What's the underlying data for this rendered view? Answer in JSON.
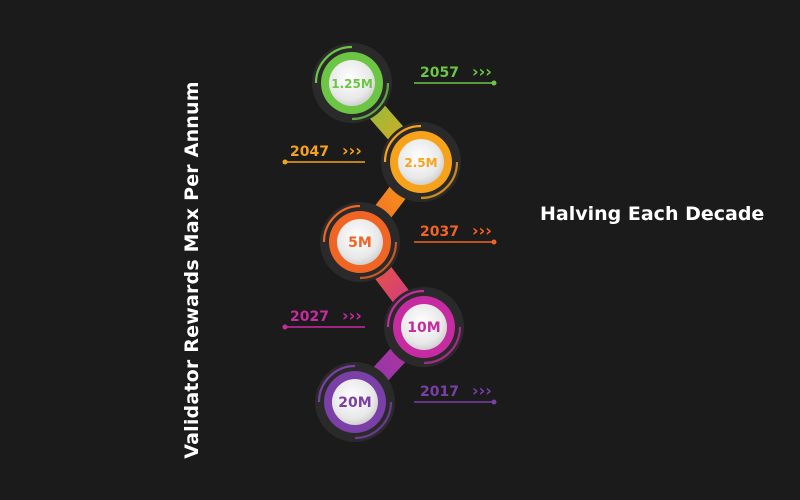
{
  "title": "Validator Rewards Max Per Annum",
  "subtitle": "Halving Each Decade",
  "chevrons": "›››",
  "milestones": [
    {
      "year": "2057",
      "value": "1.25M",
      "color": "#6cc644"
    },
    {
      "year": "2047",
      "value": "2.5M",
      "color": "#f7a21b"
    },
    {
      "year": "2037",
      "value": "5M",
      "color": "#f06424"
    },
    {
      "year": "2027",
      "value": "10M",
      "color": "#c72ba1"
    },
    {
      "year": "2017",
      "value": "20M",
      "color": "#7b3fa8"
    }
  ]
}
